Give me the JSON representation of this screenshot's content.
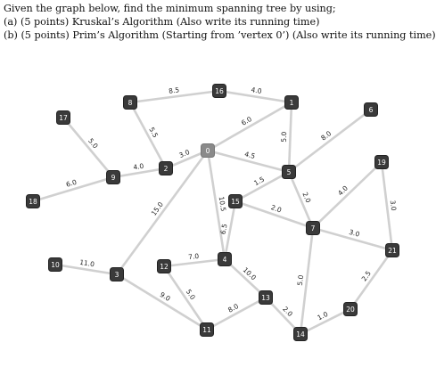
{
  "question": {
    "intro": "Given the graph below, find the minimum spanning tree by using;",
    "part_a": "(a)  (5 points)  Kruskal’s Algorithm (Also write its running time)",
    "part_b": "(b)  (5 points)  Prim’s Algorithm (Starting from ’vertex 0’) (Also write its running time)"
  },
  "graph": {
    "start_vertex": "0",
    "nodes": [
      "0",
      "1",
      "2",
      "3",
      "4",
      "5",
      "6",
      "7",
      "8",
      "9",
      "10",
      "11",
      "12",
      "13",
      "14",
      "15",
      "16",
      "17",
      "18",
      "19",
      "20",
      "21"
    ],
    "edges": [
      {
        "u": "8",
        "v": "16",
        "w": "8.5"
      },
      {
        "u": "16",
        "v": "1",
        "w": "4.0"
      },
      {
        "u": "8",
        "v": "2",
        "w": "5.5"
      },
      {
        "u": "1",
        "v": "0",
        "w": "6.0"
      },
      {
        "u": "1",
        "v": "5",
        "w": "5.0"
      },
      {
        "u": "6",
        "v": "5",
        "w": "8.0"
      },
      {
        "u": "17",
        "v": "9",
        "w": "5.0"
      },
      {
        "u": "9",
        "v": "2",
        "w": "4.0"
      },
      {
        "u": "2",
        "v": "0",
        "w": "3.0"
      },
      {
        "u": "0",
        "v": "5",
        "w": "4.5"
      },
      {
        "u": "18",
        "v": "9",
        "w": "6.0"
      },
      {
        "u": "0",
        "v": "3",
        "w": "15.0"
      },
      {
        "u": "0",
        "v": "4",
        "w": "10.5"
      },
      {
        "u": "5",
        "v": "15",
        "w": "1.5"
      },
      {
        "u": "5",
        "v": "7",
        "w": "2.0"
      },
      {
        "u": "15",
        "v": "7",
        "w": "2.0"
      },
      {
        "u": "15",
        "v": "4",
        "w": "6.5"
      },
      {
        "u": "19",
        "v": "7",
        "w": "4.0"
      },
      {
        "u": "19",
        "v": "21",
        "w": "3.0"
      },
      {
        "u": "7",
        "v": "21",
        "w": "3.0"
      },
      {
        "u": "10",
        "v": "3",
        "w": "11.0"
      },
      {
        "u": "12",
        "v": "4",
        "w": "7.0"
      },
      {
        "u": "4",
        "v": "13",
        "w": "10.0"
      },
      {
        "u": "12",
        "v": "11",
        "w": "5.0"
      },
      {
        "u": "3",
        "v": "11",
        "w": "9.0"
      },
      {
        "u": "11",
        "v": "13",
        "w": "8.0"
      },
      {
        "u": "13",
        "v": "14",
        "w": "2.0"
      },
      {
        "u": "7",
        "v": "14",
        "w": "5.0"
      },
      {
        "u": "14",
        "v": "20",
        "w": "1.0"
      },
      {
        "u": "20",
        "v": "21",
        "w": "2.5"
      }
    ]
  },
  "colors": {
    "edge": "#d0d0d0",
    "node": "#3a3a3a",
    "start_node": "#8a8a8a",
    "node_text": "#ffffff"
  }
}
